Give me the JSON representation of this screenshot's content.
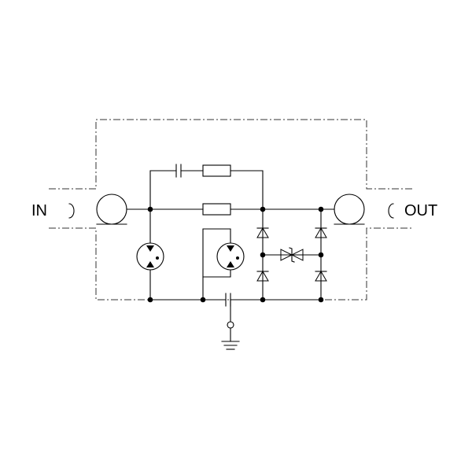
{
  "labels": {
    "input": "IN",
    "output": "OUT"
  },
  "components": {
    "in_connector": "coax-connector",
    "out_connector": "coax-connector",
    "gas_discharge_tubes": 2,
    "diodes": 4,
    "tvs_bidirectional": 1,
    "capacitors": 2,
    "resistors": 2,
    "ground": "ground-symbol"
  }
}
